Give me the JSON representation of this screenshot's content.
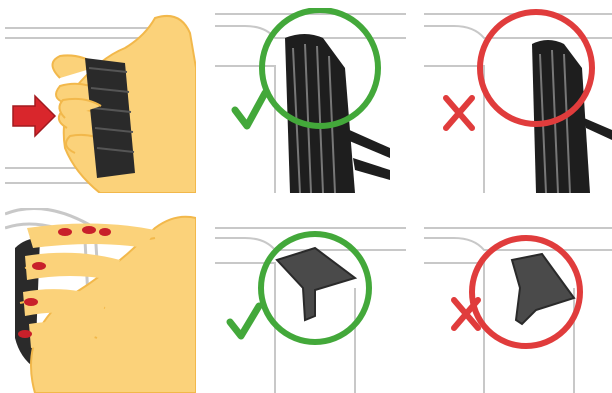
{
  "colors": {
    "correct": "#43a83a",
    "incorrect": "#e03c3c",
    "skin": "#fbd27a",
    "skin_shadow": "#f2b84b",
    "nail": "#c8202a",
    "gasket": "#2a2a2a",
    "outline": "#c8c8c8"
  },
  "icons": {
    "correct": "check-mark-icon",
    "incorrect": "cross-mark-icon",
    "arrow": "push-arrow-icon"
  },
  "panels": [
    {
      "subject": "door-gasket",
      "state": "instruction"
    },
    {
      "subject": "door-gasket",
      "state": "correct"
    },
    {
      "subject": "door-gasket",
      "state": "incorrect"
    },
    {
      "subject": "gasket-lip",
      "state": "instruction"
    },
    {
      "subject": "gasket-lip",
      "state": "correct"
    },
    {
      "subject": "gasket-lip",
      "state": "incorrect"
    }
  ]
}
